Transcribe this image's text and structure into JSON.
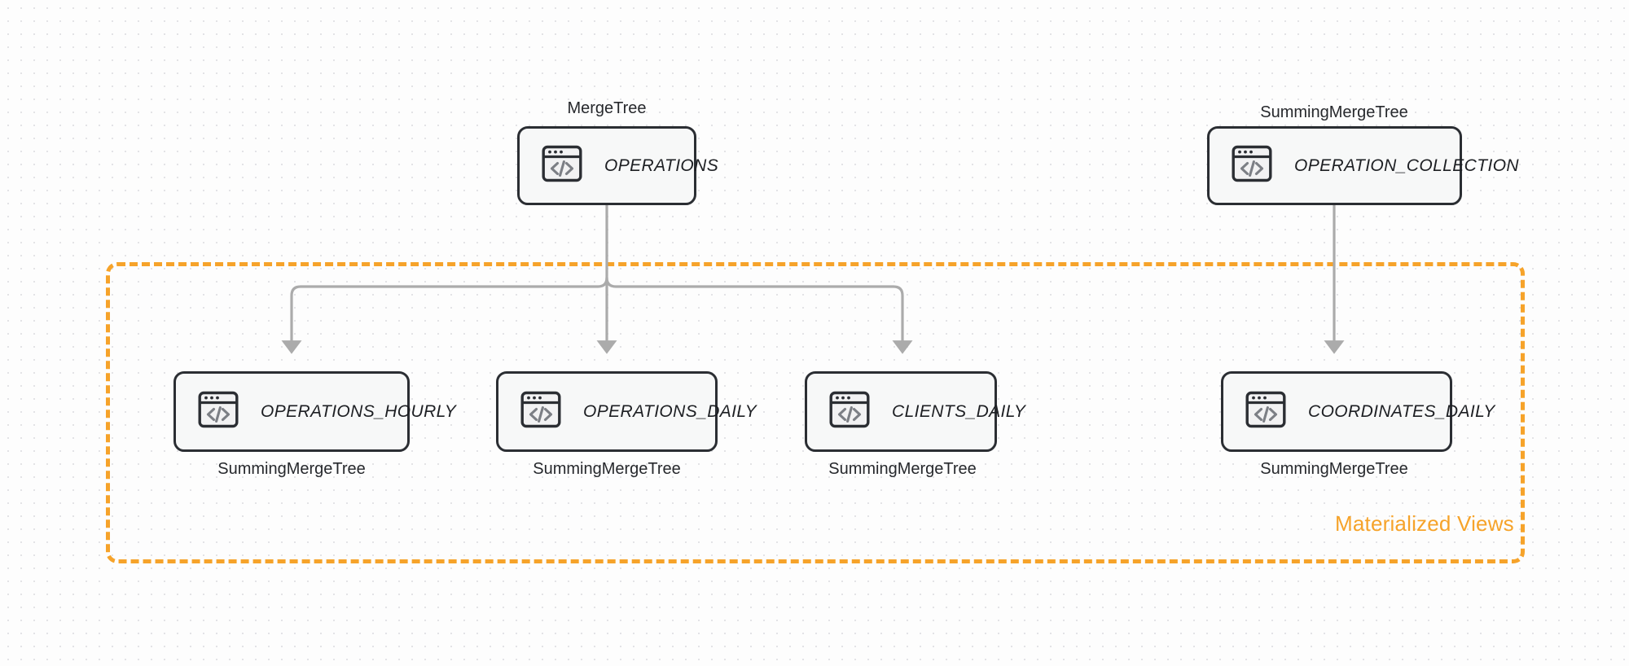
{
  "theme": {
    "accent": "#F6A32A",
    "node_border": "#2B2E33",
    "node_fill": "#F7F8F8",
    "edge": "#ABABAB",
    "canvas_bg": "#FDFDFD",
    "dot_color": "#E3E3E6",
    "text": "#26282C"
  },
  "group": {
    "label": "Materialized Views"
  },
  "nodes": {
    "operations": {
      "label": "OPERATIONS",
      "engine": "MergeTree",
      "icon": "code-window-icon"
    },
    "operation_collection": {
      "label": "OPERATION_COLLECTION",
      "engine": "SummingMergeTree",
      "icon": "code-window-icon"
    },
    "operations_hourly": {
      "label": "OPERATIONS_HOURLY",
      "engine": "SummingMergeTree",
      "icon": "code-window-icon"
    },
    "operations_daily": {
      "label": "OPERATIONS_DAILY",
      "engine": "SummingMergeTree",
      "icon": "code-window-icon"
    },
    "clients_daily": {
      "label": "CLIENTS_DAILY",
      "engine": "SummingMergeTree",
      "icon": "code-window-icon"
    },
    "coordinates_daily": {
      "label": "COORDINATES_DAILY",
      "engine": "SummingMergeTree",
      "icon": "code-window-icon"
    }
  },
  "edges": [
    {
      "from": "operations",
      "to": "operations_hourly"
    },
    {
      "from": "operations",
      "to": "operations_daily"
    },
    {
      "from": "operations",
      "to": "clients_daily"
    },
    {
      "from": "operation_collection",
      "to": "coordinates_daily"
    }
  ]
}
